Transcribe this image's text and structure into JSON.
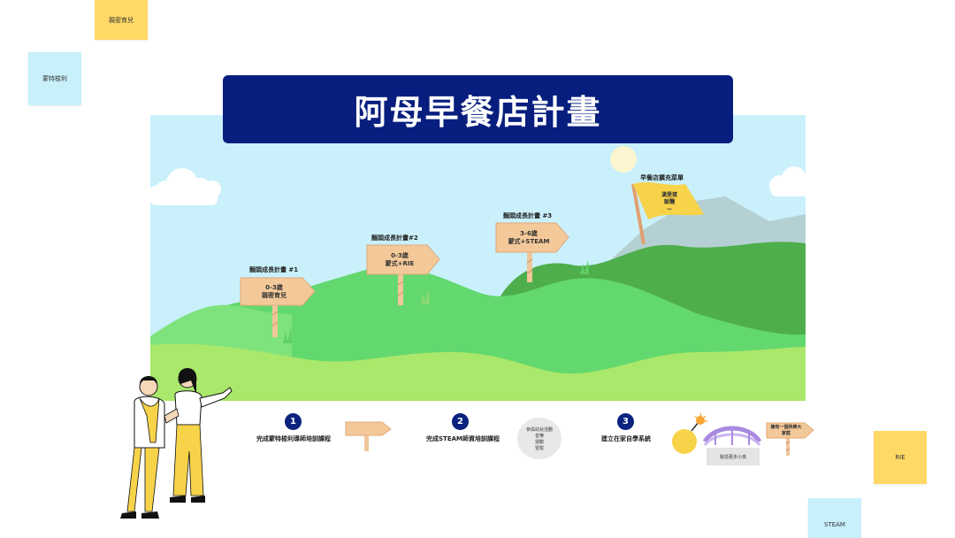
{
  "sticky_notes": [
    {
      "text": "親密育兒",
      "color": "#ffd966"
    },
    {
      "text": "蒙特梭利",
      "color": "#c8f0fb"
    },
    {
      "text": "RIE",
      "color": "#ffd966"
    },
    {
      "text": "STEAM",
      "color": "#c8f0fb"
    }
  ],
  "title": "阿母早餐店計畫",
  "signs": [
    {
      "heading": "麵頭成長計畫 #1",
      "line1": "0-3歲",
      "line2": "親密育兒"
    },
    {
      "heading": "麵頭成長計畫#2",
      "line1": "0-3歲",
      "line2": "蒙式+RIE"
    },
    {
      "heading": "麵頭成長計畫 #3",
      "line1": "3-6歲",
      "line2": "蒙式+STEAM"
    }
  ],
  "flag": {
    "heading": "早餐店擴充菜單",
    "line1": "漢堡蛋",
    "line2": "飯糰",
    "line3": "—"
  },
  "steps": [
    {
      "number": "1",
      "label": "完成蒙特梭利導師培訓課程"
    },
    {
      "number": "2",
      "label": "完成STEAM師資培訓課程"
    },
    {
      "number": "3",
      "label": "建立在家自學系統"
    }
  ],
  "activities_note": {
    "line1": "參與幼兒活動",
    "line2": "音樂",
    "line3": "運動",
    "line4": "冒險"
  },
  "bridge_caption": "製造更多小孩",
  "final_sign": {
    "line1": "擁有一個快樂大",
    "line2": "家庭"
  },
  "colors": {
    "title_bg": "#071e7e",
    "sky": "#c9f0fb",
    "step_circle": "#0b237e",
    "sign_wood": "#f4c99a"
  }
}
